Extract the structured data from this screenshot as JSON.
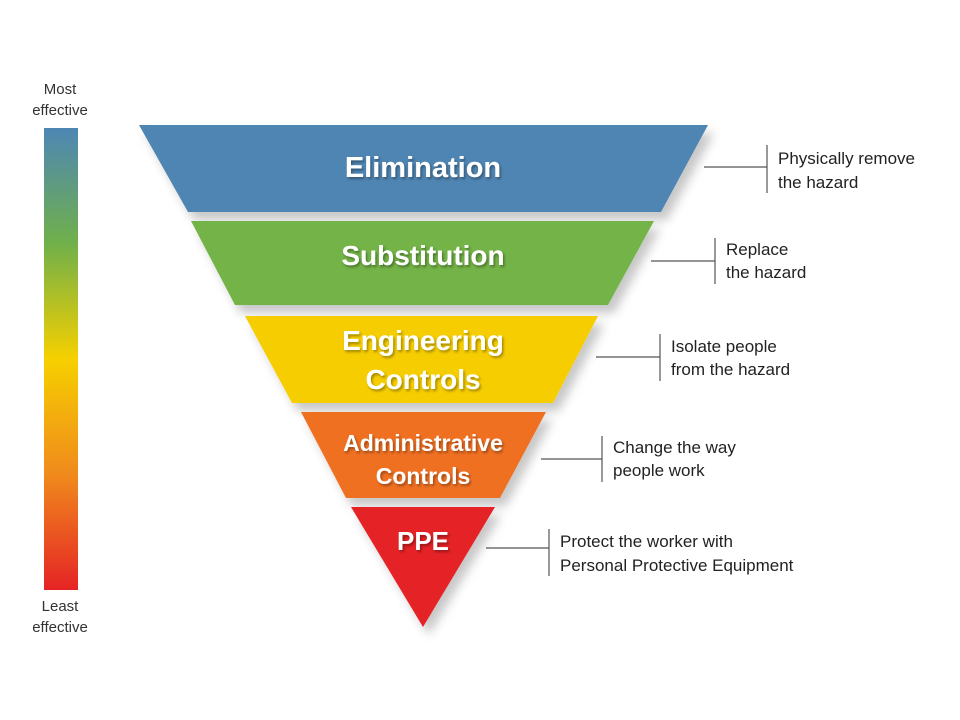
{
  "scale": {
    "top_label": [
      "Most",
      "effective"
    ],
    "bottom_label": [
      "Least",
      "effective"
    ],
    "gradient_colors": [
      "#4e86b5",
      "#70b04a",
      "#f6d000",
      "#f08a1c",
      "#e52425"
    ]
  },
  "tiers": [
    {
      "lines": [
        "Elimination"
      ],
      "color": "#4f85b3",
      "description": [
        "Physically remove",
        "the hazard"
      ]
    },
    {
      "lines": [
        "Substitution"
      ],
      "color": "#73b347",
      "description": [
        "Replace",
        "the hazard"
      ]
    },
    {
      "lines": [
        "Engineering",
        "Controls"
      ],
      "color": "#f5cd04",
      "description": [
        "Isolate people",
        "from the hazard"
      ]
    },
    {
      "lines": [
        "Administrative",
        "Controls"
      ],
      "color": "#f06f22",
      "description": [
        "Change the way",
        "people work"
      ]
    },
    {
      "lines": [
        "PPE"
      ],
      "color": "#e52227",
      "description": [
        "Protect the worker with",
        "Personal Protective Equipment"
      ]
    }
  ]
}
